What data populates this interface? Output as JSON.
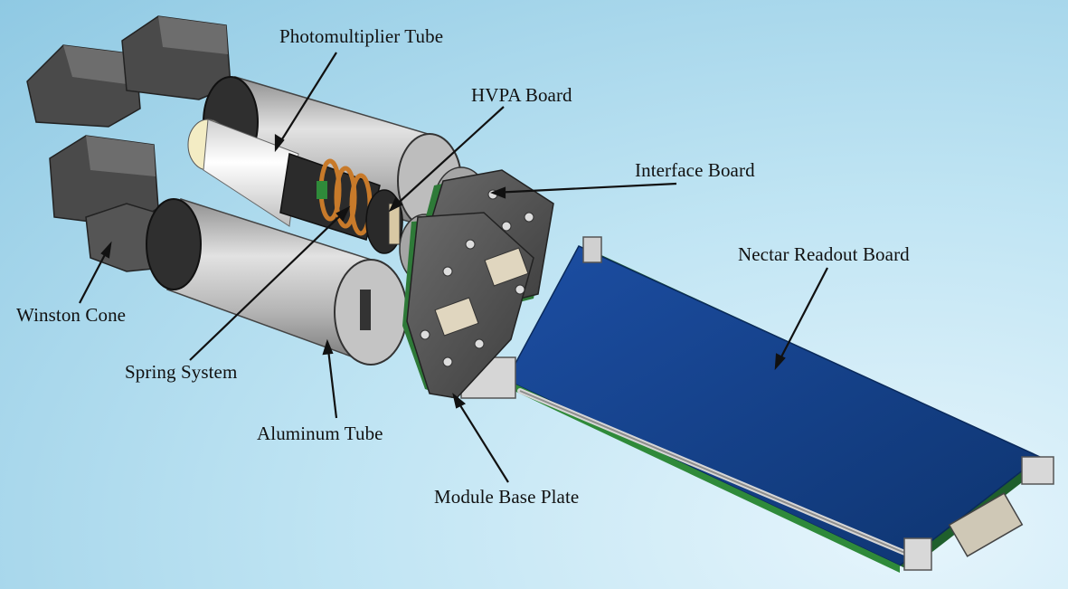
{
  "labels": {
    "photomultiplier_tube": "Photomultiplier Tube",
    "hvpa_board": "HVPA Board",
    "interface_board": "Interface Board",
    "nectar_readout_board": "Nectar Readout Board",
    "winston_cone": "Winston Cone",
    "spring_system": "Spring System",
    "aluminum_tube": "Aluminum Tube",
    "module_base_plate": "Module Base Plate"
  },
  "colors": {
    "background": "#a9d9ee",
    "readout_board": "#123f8a",
    "pcb_green": "#2f7d3a",
    "tube_metal": "#b9b9b9",
    "cone_dark": "#555555"
  }
}
